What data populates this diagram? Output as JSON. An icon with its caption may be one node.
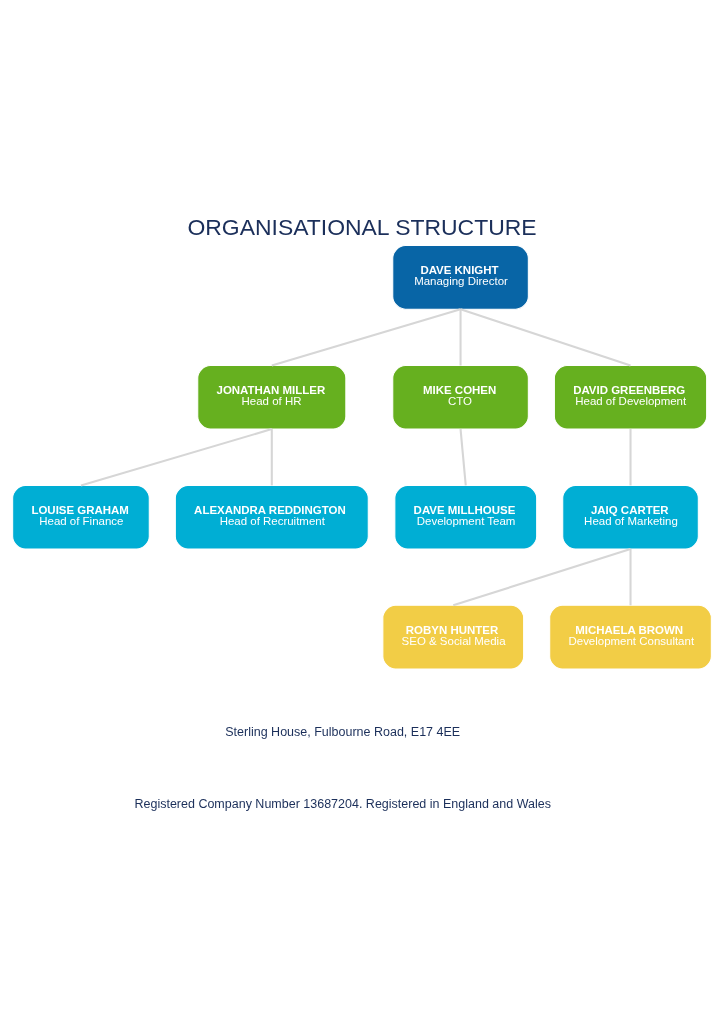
{
  "diagram": {
    "title": "ORGANISATIONAL STRUCTURE",
    "nodes": [
      {
        "text": [
          "DAVE KNIGHT",
          "Managing Director"
        ]
      },
      {
        "text": [
          "JONATHAN MILLER",
          "Head of HR"
        ]
      },
      {
        "text": [
          "MIKE COHEN",
          "CTO"
        ]
      },
      {
        "text": [
          "DAVID GREENBERG",
          "Head of Development"
        ]
      },
      {
        "text": [
          "LOUISE GRAHAM",
          "Head of Finance"
        ]
      },
      {
        "text": [
          "ALEXANDRA REDDINGTON",
          "Head of Recruitment"
        ]
      },
      {
        "text": [
          "DAVE MILLHOUSE",
          "Development Team"
        ]
      },
      {
        "text": [
          "JAIQ CARTER",
          "Head of Marketing"
        ]
      },
      {
        "text": [
          "ROBYN HUNTER",
          "SEO & Social Media"
        ]
      },
      {
        "text": [
          "MICHAELA BROWN",
          "Development Consultant"
        ]
      }
    ],
    "edges": [
      {
        "from": 0,
        "to": 1,
        "arrow": "none"
      },
      {
        "from": 0,
        "to": 2,
        "arrow": "none"
      },
      {
        "from": 0,
        "to": 3,
        "arrow": "none"
      },
      {
        "from": 1,
        "to": 4,
        "arrow": "none"
      },
      {
        "from": 1,
        "to": 5,
        "arrow": "none"
      },
      {
        "from": 2,
        "to": 6,
        "arrow": "none"
      },
      {
        "from": 3,
        "to": 7,
        "arrow": "none"
      },
      {
        "from": 7,
        "to": 8,
        "arrow": "none"
      },
      {
        "from": 7,
        "to": 9,
        "arrow": "none"
      }
    ],
    "labels": [
      "Sterling House, Fulbourne Road, E17 4EE",
      "Registered Company Number 13687204. Registered in England and Wales"
    ]
  }
}
